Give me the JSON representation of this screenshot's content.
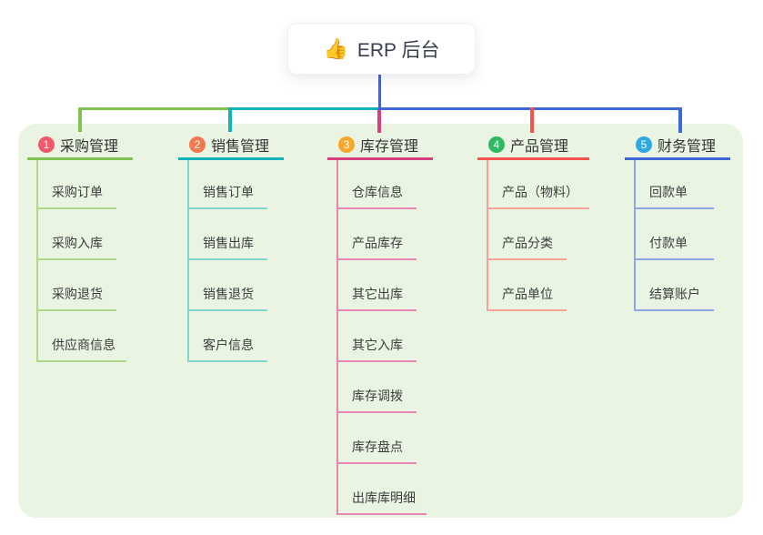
{
  "root": {
    "icon": "👍",
    "title": "ERP 后台"
  },
  "branches": [
    {
      "num": "1",
      "title": "采购管理",
      "color": "#7fc24f",
      "light_color": "#b2d98b",
      "badge_color": "#f1586c",
      "children": [
        "采购订单",
        "采购入库",
        "采购退货",
        "供应商信息"
      ]
    },
    {
      "num": "2",
      "title": "销售管理",
      "color": "#12b2ba",
      "light_color": "#82d3cd",
      "badge_color": "#f2784e",
      "children": [
        "销售订单",
        "销售出库",
        "销售退货",
        "客户信息"
      ]
    },
    {
      "num": "3",
      "title": "库存管理",
      "color": "#d4417e",
      "light_color": "#ea86b4",
      "badge_color": "#f7a829",
      "children": [
        "仓库信息",
        "产品库存",
        "其它出库",
        "其它入库",
        "库存调拨",
        "库存盘点",
        "出库库明细"
      ]
    },
    {
      "num": "4",
      "title": "产品管理",
      "color": "#f4534e",
      "light_color": "#f8a29c",
      "badge_color": "#2fb964",
      "children": [
        "产品（物料）",
        "产品分类",
        "产品单位"
      ]
    },
    {
      "num": "5",
      "title": "财务管理",
      "color": "#3e68d8",
      "light_color": "#8ea6e2",
      "badge_color": "#2ea8e0",
      "children": [
        "回款单",
        "付款单",
        "结算账户"
      ]
    }
  ],
  "connector_colors": {
    "root_line": "#4c60c6"
  },
  "canvas": {
    "background": "#ffffff",
    "panel_background": "#e9f5e2"
  }
}
